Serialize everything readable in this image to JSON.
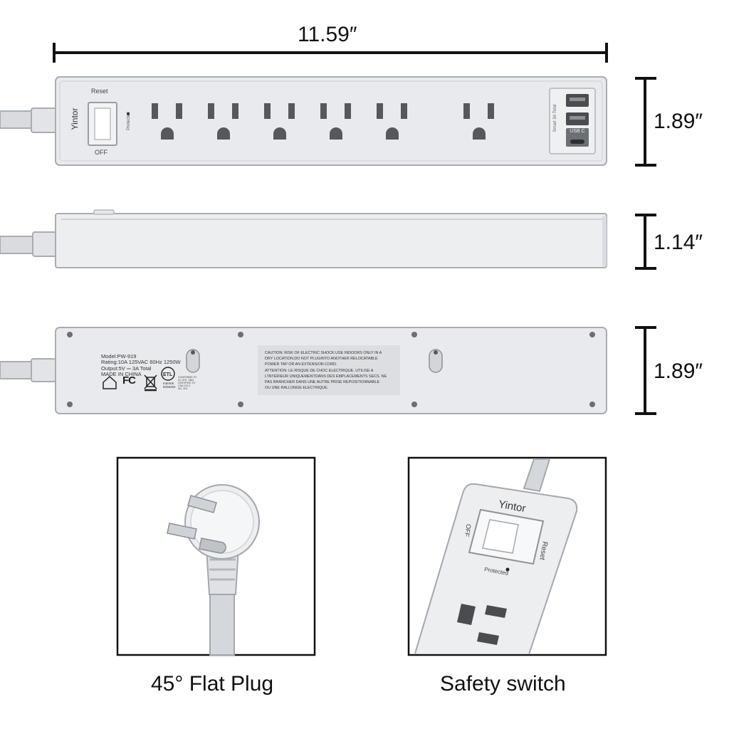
{
  "dimensions": {
    "length": "11.59″",
    "height_front": "1.89″",
    "depth_side": "1.14″",
    "height_back": "1.89″"
  },
  "front_view": {
    "brand": "Yintor",
    "reset_label": "Reset",
    "off_label": "OFF",
    "protected_label": "Protected",
    "usb_group_label": "Smart 3A Total",
    "usb_c_label": "USB C",
    "ac_outlet_count": 6,
    "usb_a_port_count": 2,
    "usb_c_port_count": 1
  },
  "back_view": {
    "spec_lines": [
      "Model:PW-919",
      "Rating:10A 125VAC 60Hz 1250W",
      "Output:5V ⎓ 3A Total",
      "MADE IN CHINA"
    ],
    "fc_mark": "FC",
    "etl_lines": [
      "CONFORMS TO",
      "UL STD. 1363",
      "CERTIFIED TO",
      "CSA C22.2",
      "NO. 203"
    ],
    "intertek_label": "Intertek",
    "intertek_number": "5006494",
    "caution_lines": [
      "CAUTION: RISK OF ELECTRIC SHOCK.USE INDOORS ONLY IN A",
      "DRY LOCATION.DO NOT PLUGINTO ANOTHER RELOCATABLE",
      "POWER TAP OR AN EXTENSION CORD.",
      "ATTENTION: LE RISQUE DE CHOC ELECTRIQUE. UTILISE A",
      "L'INTERIEUR UNIQUEMENTDANS DES EMPLACEMENTS SECS. NE",
      "PAS BRANCHER DANS UNE AUTRE PRISE REPOSITIONNABLE",
      "OU UNE RALLONGE ELECTRIQUE."
    ]
  },
  "detail_switch": {
    "brand": "Yintor",
    "off_label": "OFF",
    "reset_label": "Reset",
    "protected_label": "Protected"
  },
  "captions": {
    "plug": "45° Flat Plug",
    "switch": "Safety switch"
  },
  "colors": {
    "body": "#e9eaed",
    "outline": "#a9adb3",
    "slot": "#4a4c50",
    "dimension_line": "#111111"
  }
}
